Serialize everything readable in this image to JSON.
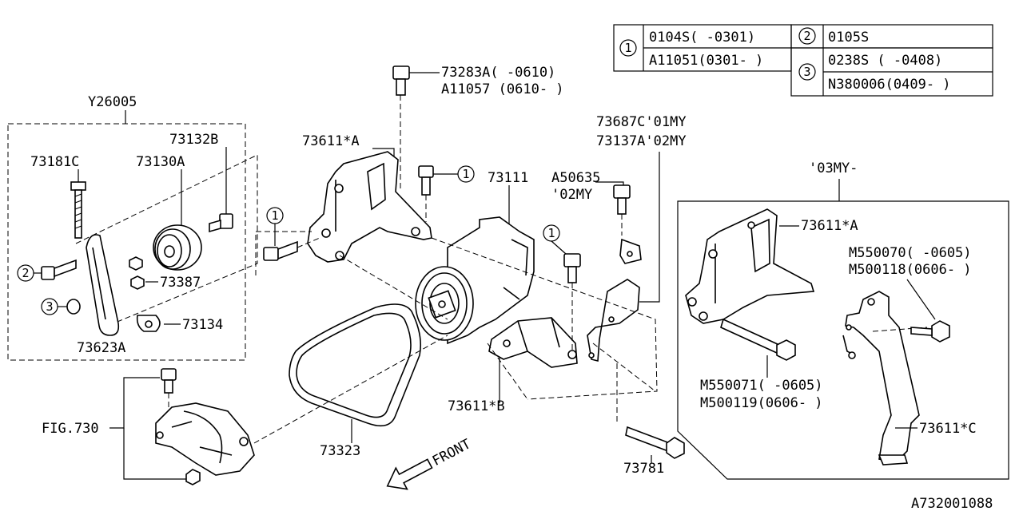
{
  "legend": {
    "c1_row1": "0104S(  -0301)",
    "c1_row2": "A11051(0301-  )",
    "c2_row1": "0105S",
    "c3_row1": "0238S  (  -0408)",
    "c3_row2": "N380006(0409-  )",
    "marker1": "1",
    "marker2": "2",
    "marker3": "3"
  },
  "labels": {
    "kit": "Y26005",
    "p73132b": "73132B",
    "p73181c": "73181C",
    "p73130a": "73130A",
    "p73387": "73387",
    "p73134": "73134",
    "p73623a": "73623A",
    "p73283a": "73283A(  -0610)",
    "a11057": "A11057 (0610-  )",
    "p73611a": "73611*A",
    "p73111": "73111",
    "p73687c": "73687C'01MY",
    "p73137a": "73137A'02MY",
    "a50635": "A50635",
    "a50635_my": "'02MY",
    "my03": "'03MY-",
    "p73611a_right": "73611*A",
    "m550070": "M550070(  -0605)",
    "m500118": "M500118(0606-  )",
    "m550071": "M550071(  -0605)",
    "m500119": "M500119(0606-  )",
    "p73611c": "73611*C",
    "p73611b": "73611*B",
    "p73323": "73323",
    "fig730": "FIG.730",
    "front": "FRONT",
    "p73781": "73781",
    "diagram_id": "A732001088"
  }
}
